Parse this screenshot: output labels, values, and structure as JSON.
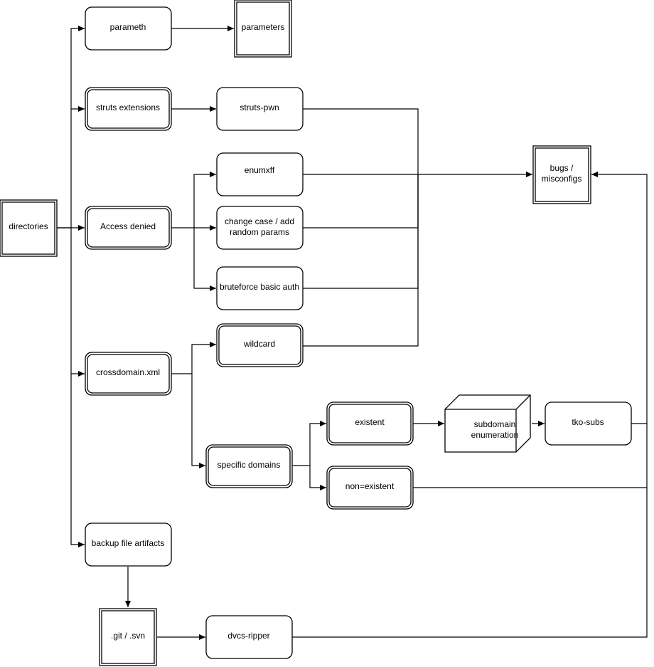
{
  "nodes": [
    {
      "id": "directories",
      "label": "directories"
    },
    {
      "id": "parameth",
      "label": "parameth"
    },
    {
      "id": "parameters",
      "label": "parameters"
    },
    {
      "id": "struts_ext",
      "label": "struts extensions"
    },
    {
      "id": "struts_pwn",
      "label": "struts-pwn"
    },
    {
      "id": "enumxff",
      "label": "enumxff"
    },
    {
      "id": "bugs",
      "label": "bugs / misconfigs"
    },
    {
      "id": "access_denied",
      "label": "Access denied"
    },
    {
      "id": "change_case",
      "label": "change case / add random params"
    },
    {
      "id": "bruteforce",
      "label": "bruteforce basic auth"
    },
    {
      "id": "crossdomain",
      "label": "crossdomain.xml"
    },
    {
      "id": "wildcard",
      "label": "wildcard"
    },
    {
      "id": "existent",
      "label": "existent"
    },
    {
      "id": "subdomain_enum",
      "label": "subdomain enumeration"
    },
    {
      "id": "tko_subs",
      "label": "tko-subs"
    },
    {
      "id": "specific_domains",
      "label": "specific domains"
    },
    {
      "id": "non_existent",
      "label": "non=existent"
    },
    {
      "id": "backup",
      "label": "backup file artifacts"
    },
    {
      "id": "git_svn",
      "label": ".git / .svn"
    },
    {
      "id": "dvcs_ripper",
      "label": "dvcs-ripper"
    }
  ],
  "edges": [
    {
      "from": "directories",
      "to": "parameth"
    },
    {
      "from": "directories",
      "to": "struts_ext"
    },
    {
      "from": "directories",
      "to": "access_denied"
    },
    {
      "from": "directories",
      "to": "crossdomain"
    },
    {
      "from": "directories",
      "to": "backup"
    },
    {
      "from": "parameth",
      "to": "parameters"
    },
    {
      "from": "struts_ext",
      "to": "struts_pwn"
    },
    {
      "from": "access_denied",
      "to": "enumxff"
    },
    {
      "from": "access_denied",
      "to": "change_case"
    },
    {
      "from": "access_denied",
      "to": "bruteforce"
    },
    {
      "from": "struts_pwn",
      "to": "bugs"
    },
    {
      "from": "enumxff",
      "to": "bugs"
    },
    {
      "from": "change_case",
      "to": "bugs"
    },
    {
      "from": "bruteforce",
      "to": "bugs"
    },
    {
      "from": "wildcard",
      "to": "bugs"
    },
    {
      "from": "crossdomain",
      "to": "wildcard"
    },
    {
      "from": "crossdomain",
      "to": "specific_domains"
    },
    {
      "from": "specific_domains",
      "to": "existent"
    },
    {
      "from": "specific_domains",
      "to": "non_existent"
    },
    {
      "from": "existent",
      "to": "subdomain_enum"
    },
    {
      "from": "subdomain_enum",
      "to": "tko_subs"
    },
    {
      "from": "tko_subs",
      "to": "bugs"
    },
    {
      "from": "non_existent",
      "to": "bugs"
    },
    {
      "from": "backup",
      "to": "git_svn"
    },
    {
      "from": "git_svn",
      "to": "dvcs_ripper"
    },
    {
      "from": "dvcs_ripper",
      "to": "bugs"
    }
  ]
}
